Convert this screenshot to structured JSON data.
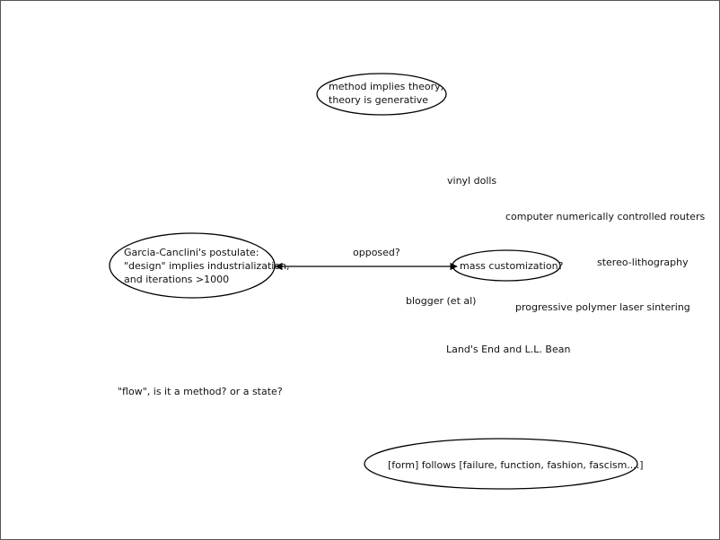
{
  "nodes": {
    "method_theory": {
      "line1": "method implies theory,",
      "line2": "theory is generative"
    },
    "vinyl_dolls": "vinyl dolls",
    "cnc_routers": "computer numerically controlled routers",
    "stereo_lithography": "stereo-lithography",
    "garcia_canclini": {
      "line1": "Garcia-Canclini's postulate:",
      "line2": "\"design\" implies industrialization,",
      "line3": "and iterations >1000"
    },
    "mass_customization": "mass customization?",
    "blogger": "blogger (et al)",
    "polymer_sintering": "progressive polymer laser sintering",
    "lands_end": "Land's End and L.L. Bean",
    "flow": "\"flow\", is it a method? or a state?",
    "form_follows": "[form] follows [failure, function, fashion, fascism....]"
  },
  "edges": {
    "opposed_label": "opposed?"
  },
  "colors": {
    "stroke": "#000000",
    "text": "#111111",
    "frame": "#555555",
    "background": "#ffffff"
  }
}
